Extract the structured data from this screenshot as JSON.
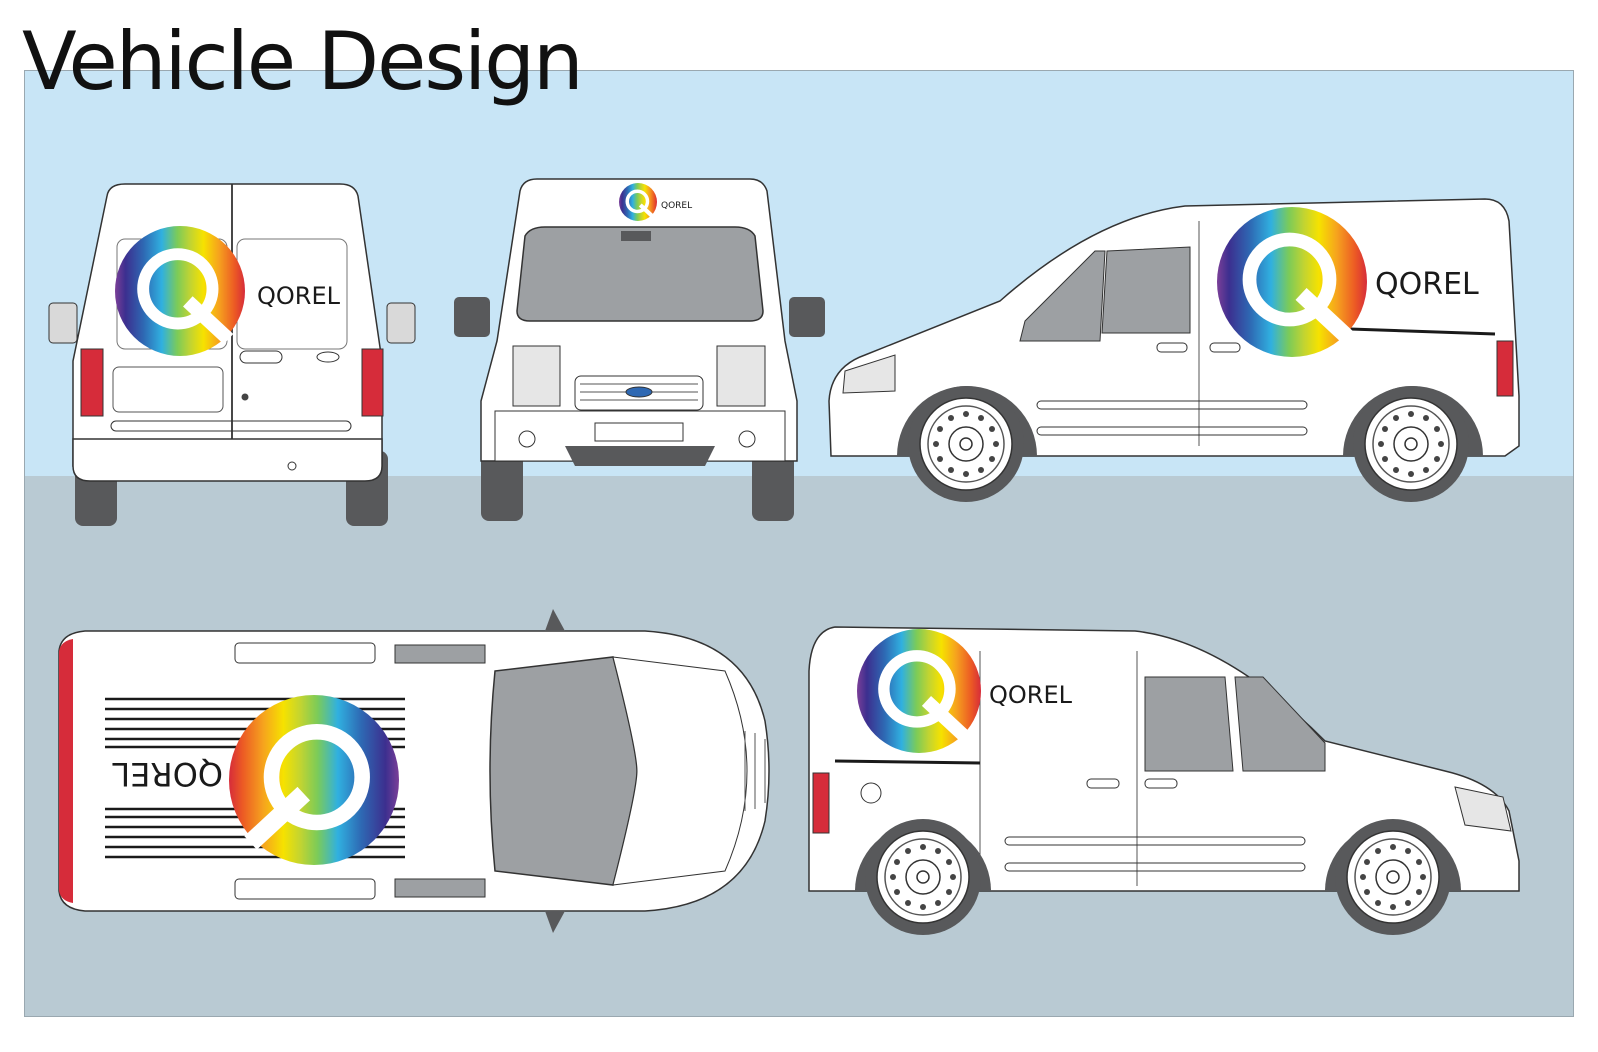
{
  "title": "Vehicle Design",
  "brand": {
    "name": "QOREL"
  },
  "colors": {
    "sky": "#c8e5f6",
    "ground": "#b9cad3",
    "glass": "#9da0a3",
    "tyre": "#58595b",
    "tail_light": "#d62c3a"
  },
  "views": [
    "rear",
    "front",
    "side-right",
    "top",
    "side-left"
  ]
}
